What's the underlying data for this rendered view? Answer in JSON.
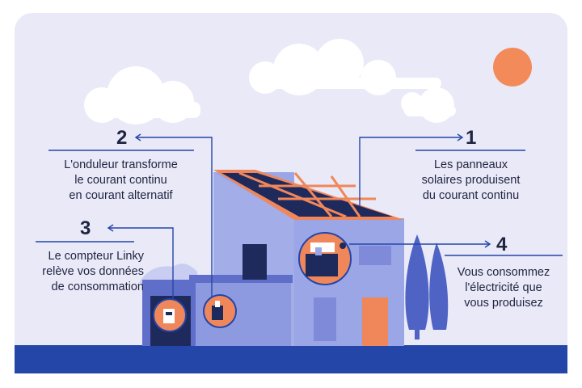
{
  "steps": [
    {
      "number": "1",
      "lines": [
        "Les panneaux",
        "solaires produisent",
        "du courant continu"
      ]
    },
    {
      "number": "2",
      "lines": [
        "L'onduleur transforme",
        "le courant continu",
        "en courant alternatif"
      ]
    },
    {
      "number": "3",
      "lines": [
        "Le compteur Linky",
        "relève vos données",
        "de consommation"
      ]
    },
    {
      "number": "4",
      "lines": [
        "Vous consommez",
        "l'électricité que",
        "vous produisez"
      ]
    }
  ],
  "colors": {
    "background": "#e9e9f8",
    "ground": "#2446a8",
    "house_light": "#9aa6e6",
    "house_dark": "#5f6ec8",
    "panel": "#1f2a5c",
    "roof_frame": "#f0875a",
    "accent": "#f0875a",
    "sun": "#f28a5a",
    "cloud": "#ffffff",
    "text": "#1f2440",
    "tree": "#4f63c4"
  },
  "icons": [
    "sun",
    "cloud",
    "solar-panel",
    "inverter",
    "linky-meter",
    "appliance",
    "tree"
  ]
}
